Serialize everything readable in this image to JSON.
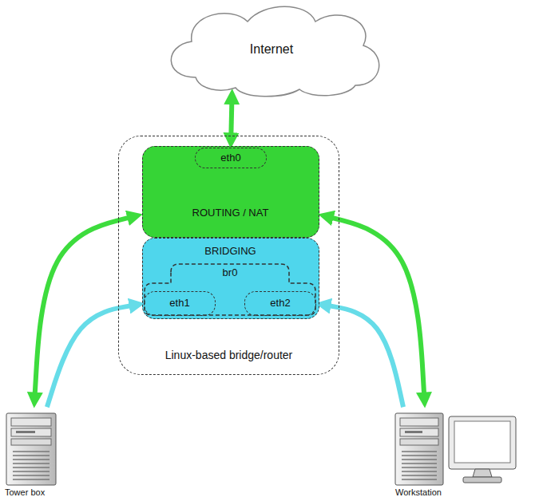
{
  "diagram": {
    "nodes": [
      {
        "text": [
          "Internet"
        ]
      },
      {
        "text": [
          "Linux-based bridge/router"
        ]
      },
      {
        "text": [
          "ROUTING / NAT"
        ],
        "in": 1
      },
      {
        "text": [
          "eth0"
        ],
        "in": 2
      },
      {
        "text": [
          "BRIDGING"
        ],
        "in": 1
      },
      {
        "text": [
          "br0"
        ],
        "in": 4
      },
      {
        "text": [
          "eth1"
        ],
        "in": 5
      },
      {
        "text": [
          "eth2"
        ],
        "in": 5
      },
      {
        "text": [
          "Tower box"
        ]
      },
      {
        "text": [
          "Workstation"
        ]
      }
    ],
    "edges": [
      {
        "from": 0,
        "to": 3,
        "arrow": "both"
      },
      {
        "from": 8,
        "to": 2,
        "arrow": "both"
      },
      {
        "from": 9,
        "to": 2,
        "arrow": "both"
      },
      {
        "from": 8,
        "to": 6,
        "arrow": "to"
      },
      {
        "from": 9,
        "to": 7,
        "arrow": "to"
      }
    ]
  }
}
